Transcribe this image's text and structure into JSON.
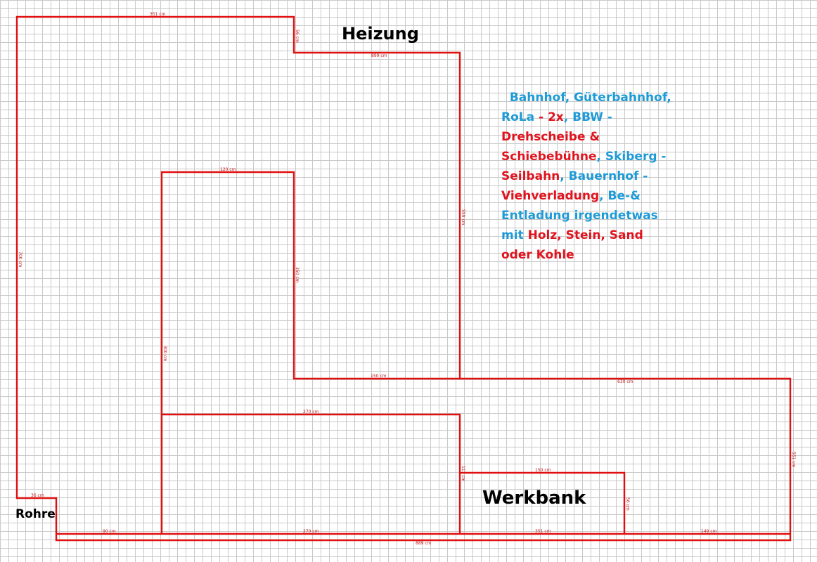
{
  "labels": {
    "heizung": "Heizung",
    "werkbank": "Werkbank",
    "rohre": "Rohre"
  },
  "colors": {
    "wall": "#e01010",
    "note_blue": "#1e9bd7",
    "note_red": "#e0141e",
    "grid": "#c9c9c9"
  },
  "dimensions": [
    "351 cm",
    "56 cm",
    "700 cm",
    "899 cm",
    "559 cm",
    "120 cm",
    "350 cm",
    "300 cm",
    "150 cm",
    "630 cm",
    "270 cm",
    "111 cm",
    "150 cm",
    "56 cm",
    "551 cm",
    "36 cm",
    "90 cm",
    "270 cm",
    "351 cm",
    "149 cm",
    "889 cm"
  ],
  "notes": [
    {
      "text": "Bahnhof, Güterbahnhof,\n",
      "color": "blue"
    },
    {
      "text": "RoLa",
      "color": "blue"
    },
    {
      "text": " - 2x",
      "color": "red"
    },
    {
      "text": ", BBW -\n",
      "color": "blue"
    },
    {
      "text": "Drehscheibe &\nSchiebebühne",
      "color": "red"
    },
    {
      "text": ", Skiberg -\n",
      "color": "blue"
    },
    {
      "text": "Seilbahn",
      "color": "red"
    },
    {
      "text": ", Bauernhof -\n",
      "color": "blue"
    },
    {
      "text": "Viehverladung",
      "color": "red"
    },
    {
      "text": ", Be-&\nEntladung irgendetwas\nmit ",
      "color": "blue"
    },
    {
      "text": "Holz, Stein, Sand\noder Kohle",
      "color": "red"
    }
  ]
}
